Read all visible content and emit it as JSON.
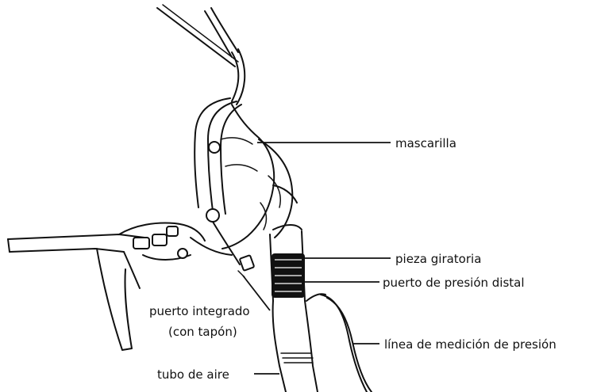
{
  "labels": {
    "mask": "mascarilla",
    "swivel": "pieza giratoria",
    "distal_port": "puerto de presión distal",
    "integrated_port_line1": "puerto integrado",
    "integrated_port_line2": "(con tapón)",
    "pressure_line": "línea de medición de presión",
    "air_tube": "tubo de aire"
  }
}
